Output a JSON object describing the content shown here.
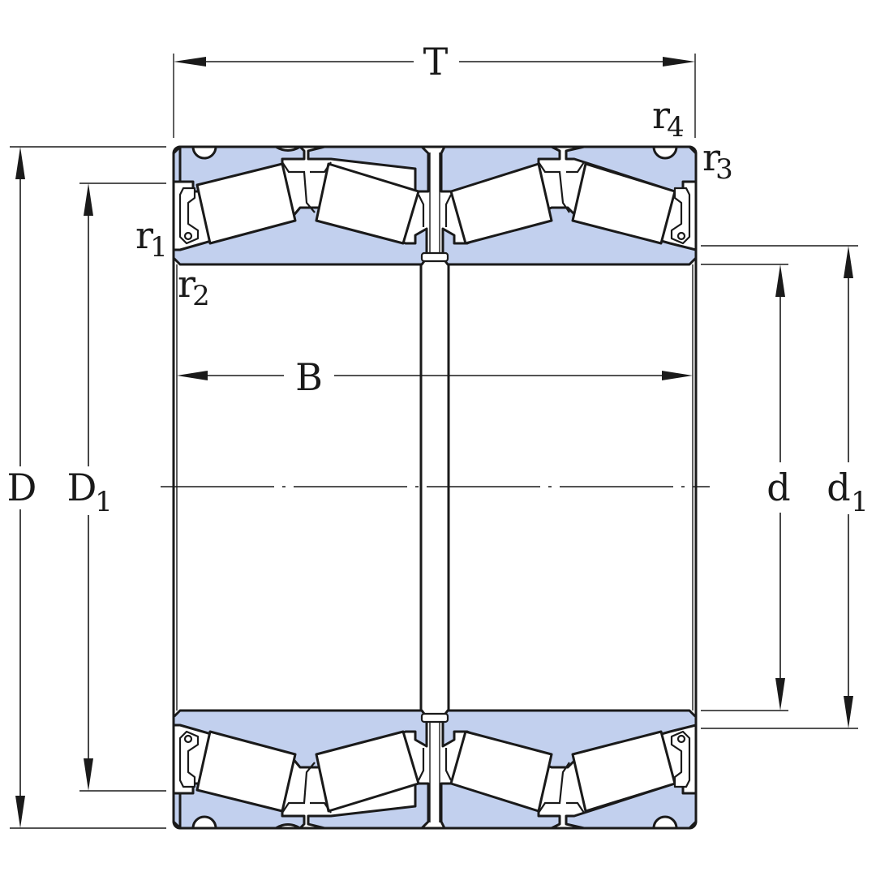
{
  "colors": {
    "ring_fill": "#c2d0ee",
    "line": "#1a1a1a",
    "background": "#ffffff"
  },
  "labels": {
    "T": "T",
    "B": "B",
    "D": "D",
    "D1_main": "D",
    "D1_sub": "1",
    "d": "d",
    "d1_main": "d",
    "d1_sub": "1",
    "r1_main": "r",
    "r1_sub": "1",
    "r2_main": "r",
    "r2_sub": "2",
    "r3_main": "r",
    "r3_sub": "3",
    "r4_main": "r",
    "r4_sub": "4"
  }
}
